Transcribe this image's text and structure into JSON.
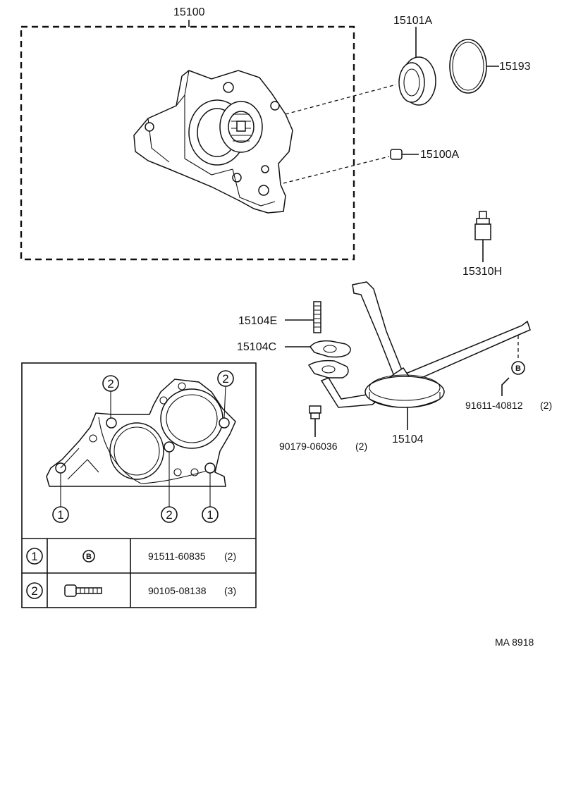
{
  "labels": {
    "p15100": "15100",
    "p15101A": "15101A",
    "p15193": "15193",
    "p15100A": "15100A",
    "p15310H": "15310H",
    "p15104E": "15104E",
    "p15104C": "15104C",
    "p15104": "15104",
    "p90179": "90179-06036",
    "p90179_qty": "(2)",
    "p91611": "91611-40812",
    "p91611_qty": "(2)",
    "bolt_marker": "B",
    "diagram_code": "MA 8918"
  },
  "inset": {
    "callout_1": "1",
    "callout_2": "2",
    "table": [
      {
        "ref": "1",
        "symbol": "B",
        "part": "91511-60835",
        "qty": "(2)"
      },
      {
        "ref": "2",
        "symbol": "",
        "part": "90105-08138",
        "qty": "(3)"
      }
    ]
  }
}
